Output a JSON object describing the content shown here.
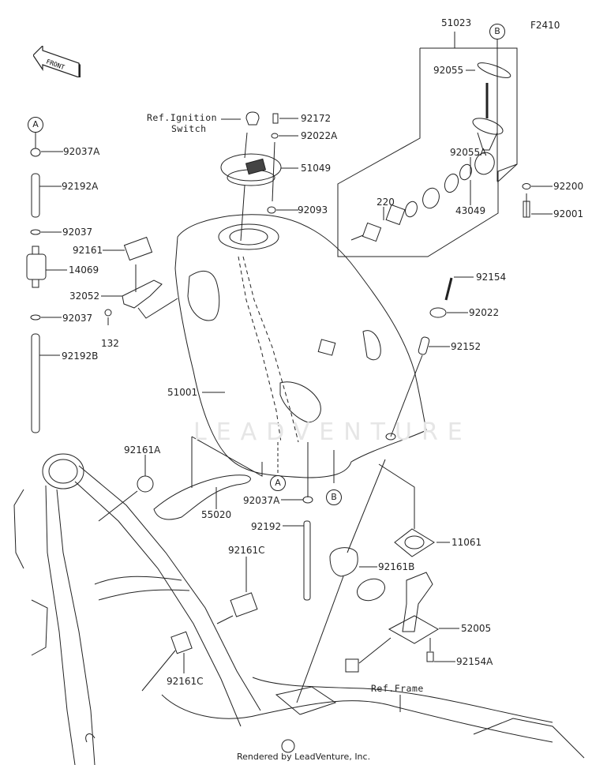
{
  "diagram": {
    "figure_code": "F2410",
    "front_indicator": "FRONT",
    "watermark": "LEADVENTURE",
    "credit": "Rendered by LeadVenture, Inc.",
    "callouts": {
      "A_top": "A",
      "B_top": "B",
      "A_mid": "A",
      "B_mid": "B"
    },
    "refs": {
      "ignition_line1": "Ref.Ignition",
      "ignition_line2": "Switch",
      "frame": "Ref.Frame"
    },
    "parts": {
      "p51023": "51023",
      "p92055": "92055",
      "p92055A": "92055A",
      "p220": "220",
      "p43049": "43049",
      "p92200": "92200",
      "p92001": "92001",
      "p92172": "92172",
      "p92022A": "92022A",
      "p51049": "51049",
      "p92093": "92093",
      "p92037A_top": "92037A",
      "p92192A": "92192A",
      "p92037_1": "92037",
      "p92161": "92161",
      "p14069": "14069",
      "p32052": "32052",
      "p92037_2": "92037",
      "p132": "132",
      "p92192B": "92192B",
      "p92154": "92154",
      "p92022": "92022",
      "p92152": "92152",
      "p51001": "51001",
      "p92161A": "92161A",
      "p55020": "55020",
      "p92037A_mid": "92037A",
      "p92192": "92192",
      "p11061": "11061",
      "p92161B": "92161B",
      "p92161C_1": "92161C",
      "p52005": "52005",
      "p92154A": "92154A",
      "p92161C_2": "92161C"
    }
  }
}
